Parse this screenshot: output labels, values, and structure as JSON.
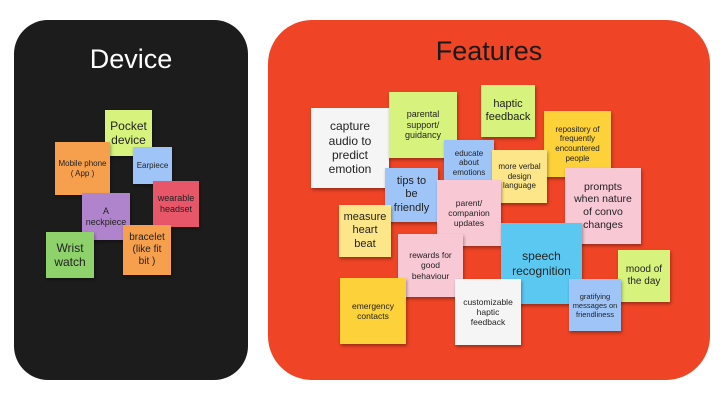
{
  "device": {
    "title": "Device",
    "notes": {
      "pocket_device": {
        "text": "Pocket\ndevice",
        "color": "#d7f27d"
      },
      "mobile_phone": {
        "text": "Mobile phone\n( App )",
        "color": "#f6a04d"
      },
      "earpiece": {
        "text": "Earpiece",
        "color": "#9fc5f8"
      },
      "wearable_headset": {
        "text": "wearable\nheadset",
        "color": "#e8566a"
      },
      "neckpiece": {
        "text": "A\nneckpiece",
        "color": "#b084cc"
      },
      "bracelet": {
        "text": "bracelet\n(like fit\nbit )",
        "color": "#f6a04d"
      },
      "wrist_watch": {
        "text": "Wrist\nwatch",
        "color": "#8fd16a"
      }
    }
  },
  "features": {
    "title": "Features",
    "notes": {
      "capture_audio": {
        "text": "capture\naudio to\npredict\nemotion",
        "color": "#f5f5f5"
      },
      "parental_support": {
        "text": "parental\nsupport/\nguidancy",
        "color": "#d7f27d"
      },
      "haptic_feedback": {
        "text": "haptic\nfeedback",
        "color": "#d7f27d"
      },
      "repository": {
        "text": "repository of\nfrequently\nencountered\npeople",
        "color": "#fcd13a"
      },
      "educate_emotions": {
        "text": "educate\nabout\nemotions",
        "color": "#9fc5f8"
      },
      "verbal_design": {
        "text": "more verbal\ndesign\nlanguage",
        "color": "#fde68a"
      },
      "tips_friendly": {
        "text": "tips to\nbe\nfriendly",
        "color": "#9fc5f8"
      },
      "parent_companion": {
        "text": "parent/\ncompanion\nupdates",
        "color": "#f8c8d4"
      },
      "prompts": {
        "text": "prompts\nwhen nature\nof convo\nchanges",
        "color": "#f8c8d4"
      },
      "measure_heart": {
        "text": "measure\nheart\nbeat",
        "color": "#fde68a"
      },
      "rewards": {
        "text": "rewards for\ngood\nbehaviour",
        "color": "#f8c8d4"
      },
      "speech_recognition": {
        "text": "speech\nrecognition",
        "color": "#5bc8f2"
      },
      "mood_day": {
        "text": "mood of\nthe day",
        "color": "#d7f27d"
      },
      "emergency_contacts": {
        "text": "emergency\ncontacts",
        "color": "#fcd13a"
      },
      "customizable_haptic": {
        "text": "customizable\nhaptic\nfeedback",
        "color": "#f5f5f5"
      },
      "gratifying_messages": {
        "text": "gratifying\nmessages on\nfriendliness",
        "color": "#9fc5f8"
      }
    }
  }
}
